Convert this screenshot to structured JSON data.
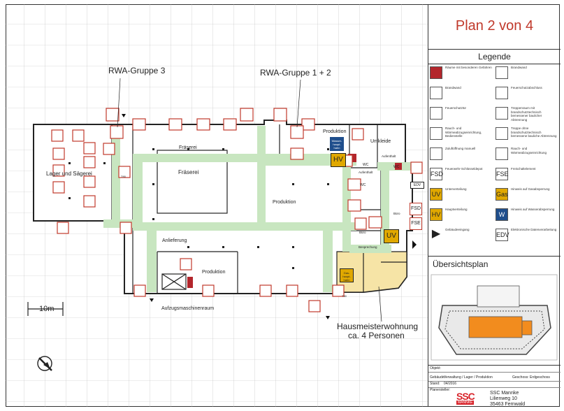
{
  "plan": {
    "labels": {
      "rwa3": "RWA-Gruppe 3",
      "rwa12": "RWA-Gruppe 1 + 2",
      "lager": "Lager und Sägerei",
      "fraeserei1": "Fräserei",
      "fraeserei2": "Fräserei",
      "produktion1": "Produktion",
      "produktion2": "Produktion",
      "produktion3": "Produktion",
      "umkleide": "Umkleide",
      "aufenthalt1": "Aufenthalt",
      "aufenthalt2": "Aufenthalt",
      "wc1": "WC",
      "wc2": "WC",
      "wc3": "WC",
      "buero1": "Büro",
      "buero2": "Büro",
      "besprechung": "Besprechung",
      "anlieferung": "Anlieferung",
      "aufzug": "Aufzugsmaschinenraum",
      "hausmeister1": "Hausmeisterwohnung",
      "hausmeister2": "ca. 4 Personen",
      "scale": "10m",
      "hv": "HV",
      "uv": "UV",
      "fsd": "FSD",
      "fse": "FSE",
      "edv": "EDV",
      "gas1": "Gas-haupt-hahn",
      "gas2": "Gas-haupt-hahn",
      "wasser": "Wasser-haupt-hahn",
      "t90": "T90",
      "t30": "T30"
    }
  },
  "sidebar": {
    "title": "Plan 2 von 4",
    "legend_title": "Legende",
    "legend_items": [
      {
        "symbol": "",
        "text": "Räume mit besonderen Gefahren"
      },
      {
        "symbol": "",
        "text": "Brandwand"
      },
      {
        "symbol": "",
        "text": "Brandwand"
      },
      {
        "symbol": "",
        "text": "Feuerschutzabschluss"
      },
      {
        "symbol": "",
        "text": "Feuerschutztür"
      },
      {
        "symbol": "",
        "text": "Treppenraum mit brandschutztechnisch bemessener baulicher Abtrennung"
      },
      {
        "symbol": "",
        "text": "Rauch- und Wärmeabzugseinrichtung, Bedienstelle"
      },
      {
        "symbol": "",
        "text": "Treppe ohne brandschutztechnisch bemessene bauliche Abtrennung"
      },
      {
        "symbol": "",
        "text": "Zuluftöffnung manuell"
      },
      {
        "symbol": "",
        "text": "Rauch- und Wärmeabzugseinrichtung"
      },
      {
        "symbol": "FSD",
        "text": "Feuerwehr-Schlüsseldepot"
      },
      {
        "symbol": "FSE",
        "text": "Freischaltelement"
      },
      {
        "symbol": "UV",
        "text": "Unterverteilung"
      },
      {
        "symbol": "Gas",
        "text": "Hinweis auf Gasabsperrung"
      },
      {
        "symbol": "HV",
        "text": "Hauptverteilung"
      },
      {
        "symbol": "W",
        "text": "Hinweis auf Wasserabsperrung"
      },
      {
        "symbol": "▶",
        "text": "Gebäudeeingang"
      },
      {
        "symbol": "EDV",
        "text": "Elektronische Datenverarbeitung"
      }
    ],
    "overview_title": "Übersichtsplan",
    "info": {
      "objekt_label": "Objekt:",
      "gebaeude_label": "Gebäude:",
      "gebaeude_value": "Verwaltung / Lager / Produktion",
      "geschoss_label": "Geschoss:",
      "geschoss_value": "Erdgeschoss",
      "stand_label": "Stand:",
      "stand_value": "04/2016",
      "planersteller_label": "Planersteller:",
      "logo_text": "SSC",
      "logo_sub": "MANNKE",
      "company": "SSC Mannke",
      "street": "Lilienweg 10",
      "city": "35463 Fernwald"
    }
  },
  "colors": {
    "title": "#c0392b",
    "escape_route": "#c8e6c0",
    "hv_uv": "#e0a800",
    "wasser": "#1f4e8c",
    "danger_room": "#b3262c",
    "hausmeister": "#f6e4a6",
    "overview_building": "#f28c1e"
  }
}
